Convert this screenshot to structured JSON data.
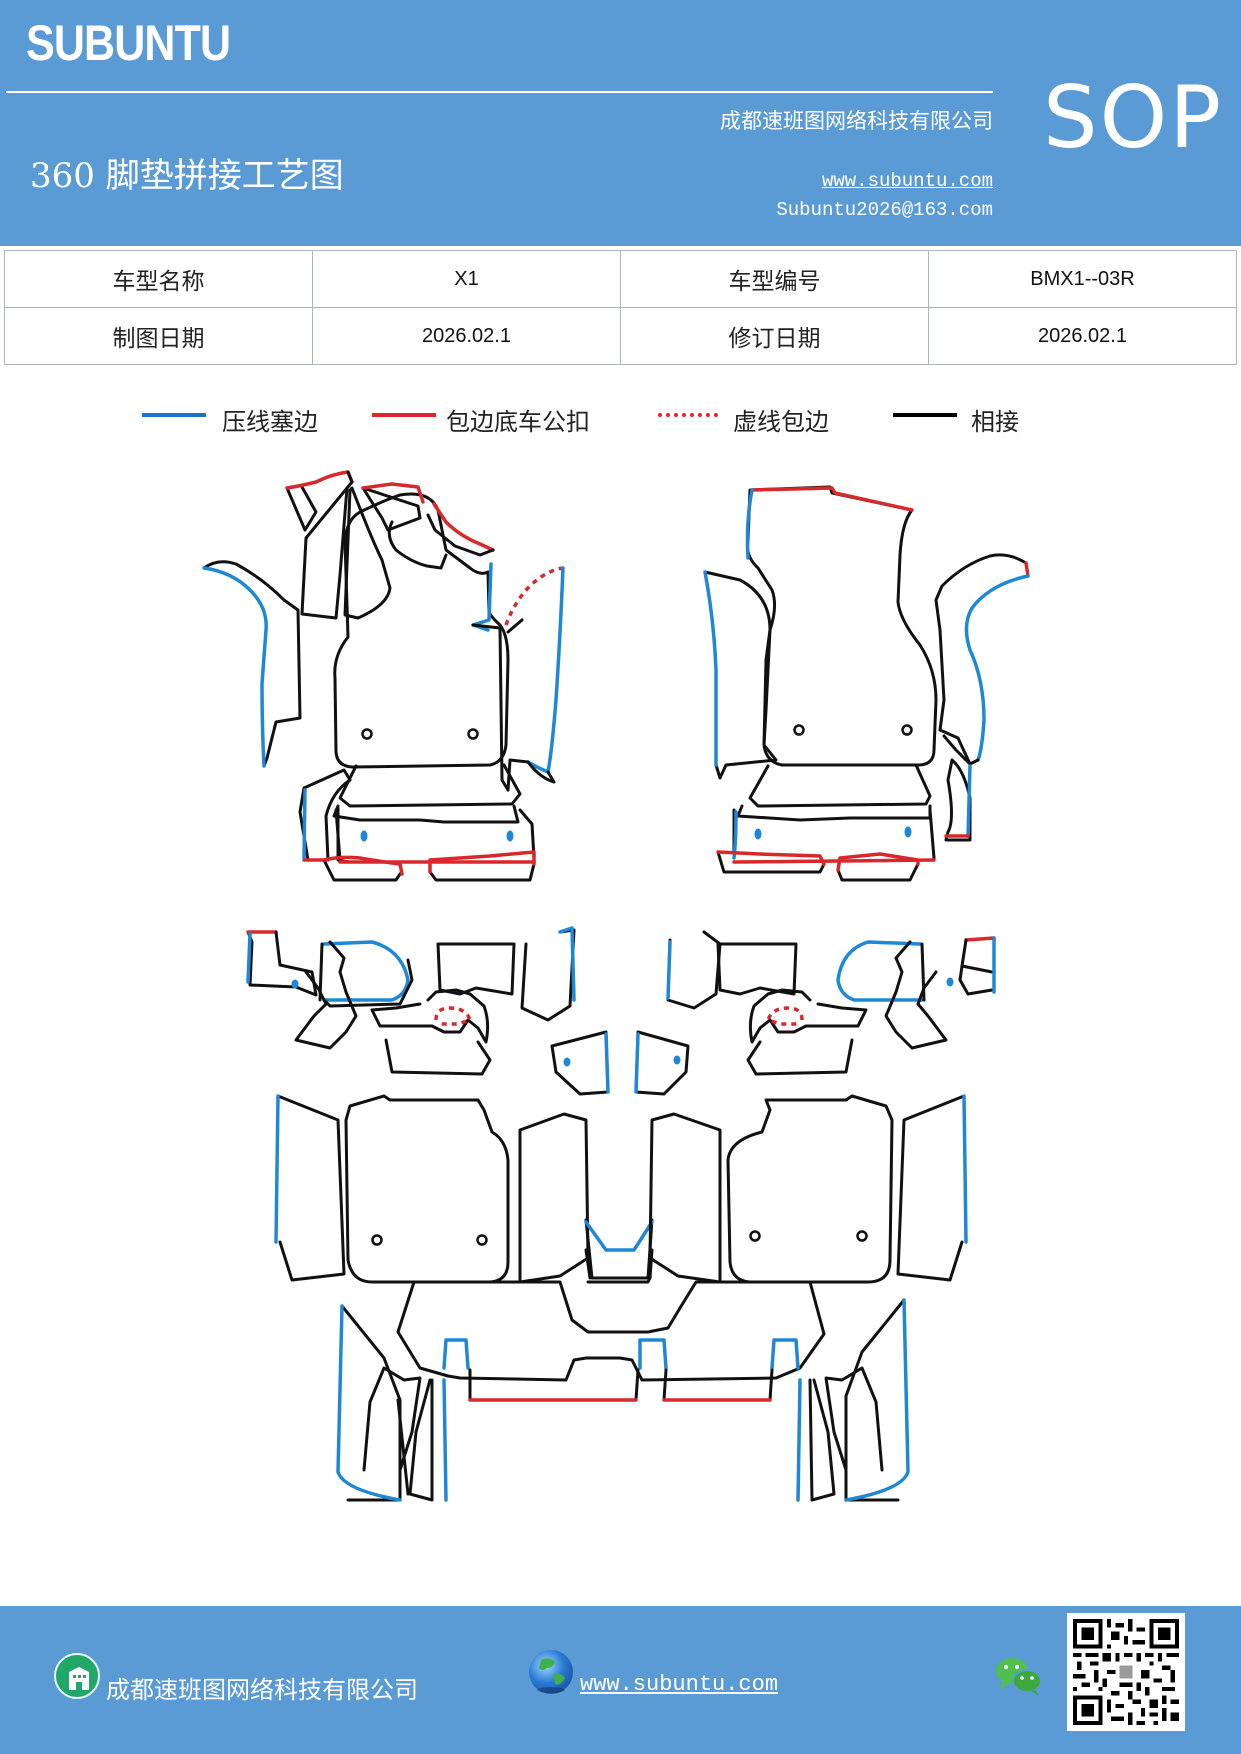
{
  "header": {
    "brand": "SUBUNTU",
    "company": "成都速班图网络科技有限公司",
    "title": "360 脚垫拼接工艺图",
    "website": "www.subuntu.com",
    "email": "Subuntu2026@163.com",
    "badge": "SOP"
  },
  "info_table": {
    "rows": [
      {
        "label1": "车型名称",
        "value1": "X1",
        "label2": "车型编号",
        "value2": "BMX1--03R"
      },
      {
        "label1": "制图日期",
        "value1": "2026.02.1",
        "label2": "修订日期",
        "value2": "2026.02.1"
      }
    ]
  },
  "legend": {
    "items": [
      {
        "label": "压线塞边",
        "color": "#1a73c8",
        "style": "solid"
      },
      {
        "label": "包边底车公扣",
        "color": "#e3242b",
        "style": "solid"
      },
      {
        "label": "虚线包边",
        "color": "#e3242b",
        "style": "dotted"
      },
      {
        "label": "相接",
        "color": "#000000",
        "style": "solid"
      }
    ]
  },
  "diagram": {
    "edge_colors": {
      "joined": "#111111",
      "press_line": "#1f88d6",
      "wrap_edge": "#d8282c"
    }
  },
  "footer": {
    "company": "成都速班图网络科技有限公司",
    "website": "www.subuntu.com",
    "icons": [
      "building-icon",
      "globe-icon",
      "wechat-icon",
      "qr-code"
    ]
  }
}
